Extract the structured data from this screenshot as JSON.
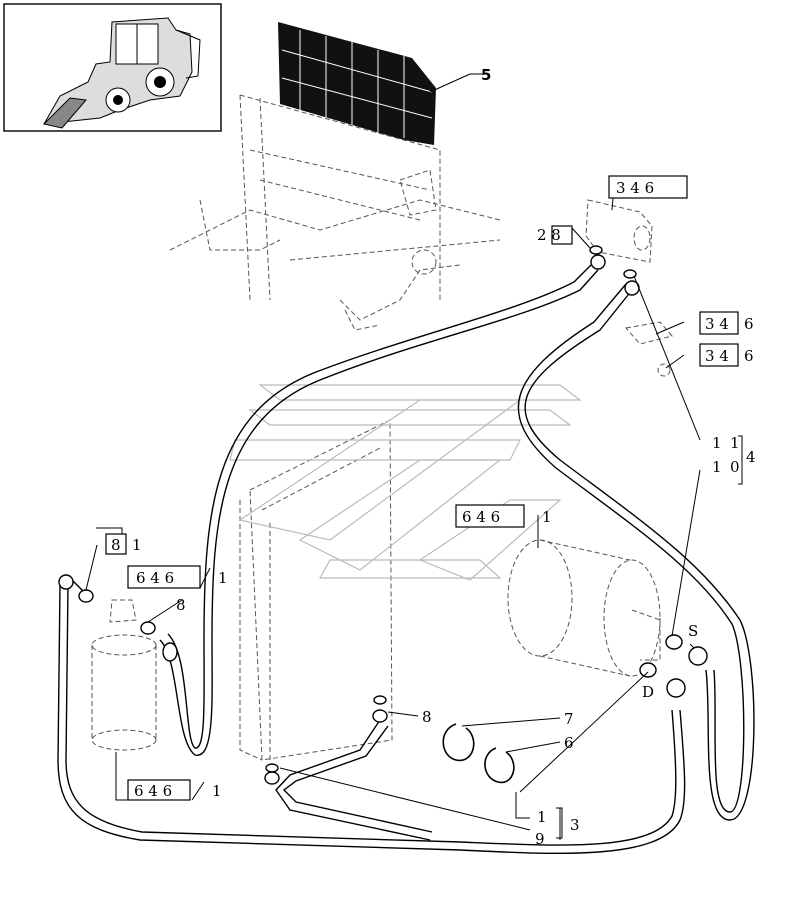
{
  "callouts": {
    "c5": "5",
    "c346_top": "3 4 6",
    "c28": "2 8",
    "c346_mid": "3 4",
    "c6_mid": "6",
    "c346_low": "3 4",
    "c6_low": "6",
    "c1_top": "1",
    "c1_bot": "1",
    "c0_top": "1",
    "c0_bot": "0",
    "c4": "4",
    "c646_right": "6 4 6",
    "c1_right": "1",
    "c8_left": "8",
    "c1_left": "1",
    "c646_left": "6 4 6",
    "c1_slash": "1",
    "c8_mid": "8",
    "cS": "S",
    "cD": "D",
    "c8_bottom": "8",
    "c7": "7",
    "c6_bottom": "6",
    "c646_bottom": "6 4 6",
    "c1_bottom_slash": "1",
    "c1_low": "1",
    "c3": "3",
    "c9": "9"
  }
}
